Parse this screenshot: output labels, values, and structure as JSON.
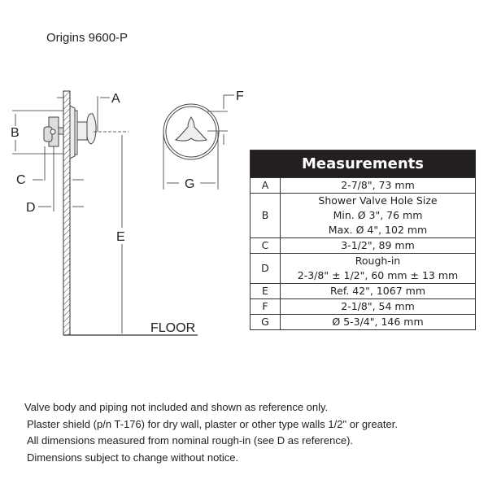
{
  "title": "Origins  9600-P",
  "diagram": {
    "labels": {
      "A": "A",
      "B": "B",
      "C": "C",
      "D": "D",
      "E": "E",
      "F": "F",
      "G": "G",
      "floor": "FLOOR"
    }
  },
  "table": {
    "header": "Measurements",
    "rows": [
      {
        "key": "A",
        "lines": [
          "2-7/8\", 73 mm"
        ]
      },
      {
        "key": "B",
        "lines": [
          "Shower Valve Hole Size",
          "Min. Ø 3\", 76 mm",
          "Max. Ø 4\", 102 mm"
        ]
      },
      {
        "key": "C",
        "lines": [
          "3-1/2\", 89 mm"
        ]
      },
      {
        "key": "D",
        "lines": [
          "Rough-in",
          "2-3/8\" ± 1/2\", 60 mm ± 13 mm"
        ]
      },
      {
        "key": "E",
        "lines": [
          "Ref. 42\", 1067 mm"
        ]
      },
      {
        "key": "F",
        "lines": [
          "2-1/8\", 54 mm"
        ]
      },
      {
        "key": "G",
        "lines": [
          "Ø 5-3/4\", 146 mm"
        ]
      }
    ]
  },
  "notes": [
    "Valve body and piping not included and shown as reference only.",
    "Plaster shield (p/n T-176) for dry wall, plaster or other type walls 1/2\" or greater.",
    "All dimensions measured from nominal rough-in (see D as reference).",
    "Dimensions subject to change without notice."
  ]
}
